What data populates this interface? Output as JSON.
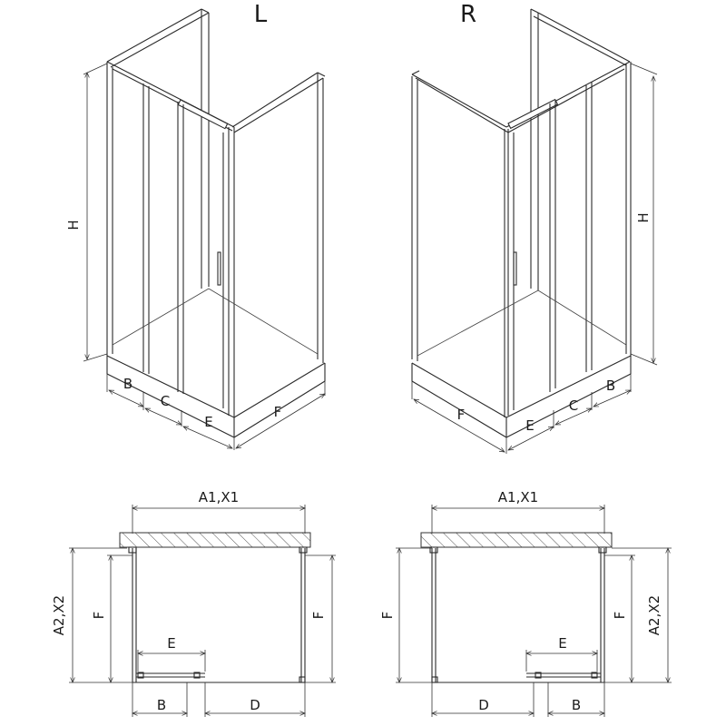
{
  "variants": {
    "left": "L",
    "right": "R"
  },
  "labels": {
    "height": "H",
    "b": "B",
    "c": "C",
    "e": "E",
    "f": "F",
    "d": "D",
    "a1x1": "A1,X1",
    "a2x2": "A2,X2"
  }
}
